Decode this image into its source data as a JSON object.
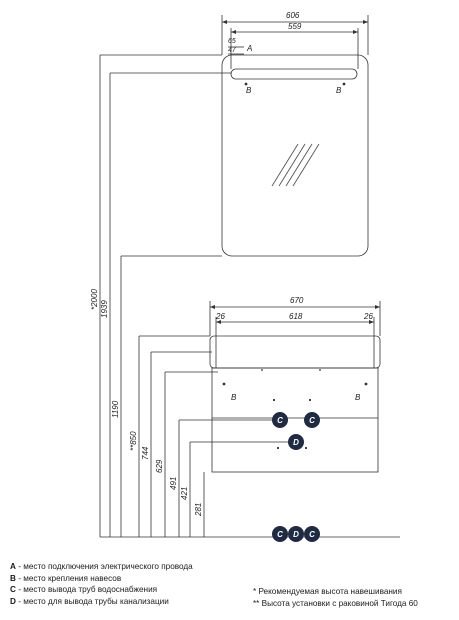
{
  "dimensions": {
    "mirror_total_width": "606",
    "mirror_inner_width": "559",
    "mirror_offset_a": "65",
    "mirror_offset_b": "47",
    "cabinet_total_width": "670",
    "cabinet_inner_width": "618",
    "cabinet_margin_left": "26",
    "cabinet_margin_right": "26",
    "h_total": "*2000",
    "h_mirror_top": "1939",
    "h_mirror_bottom": "1190",
    "h_cabinet_top": "**850",
    "h_744": "744",
    "h_629": "629",
    "h_491": "491",
    "h_421": "421",
    "h_281": "281"
  },
  "markers": {
    "a": "A",
    "b": "B",
    "c": "C",
    "d": "D"
  },
  "legend": {
    "a": {
      "key": "A",
      "text": " - место подключения электрического провода"
    },
    "b": {
      "key": "B",
      "text": " - место крепления навесов"
    },
    "c": {
      "key": "C",
      "text": " - место вывода труб водоснабжения"
    },
    "d": {
      "key": "D",
      "text": " - место для вывода трубы канализации"
    },
    "note1": "* Рекомендуемая высота навешивания",
    "note2": "** Высота установки с раковиной Тигода 60"
  }
}
